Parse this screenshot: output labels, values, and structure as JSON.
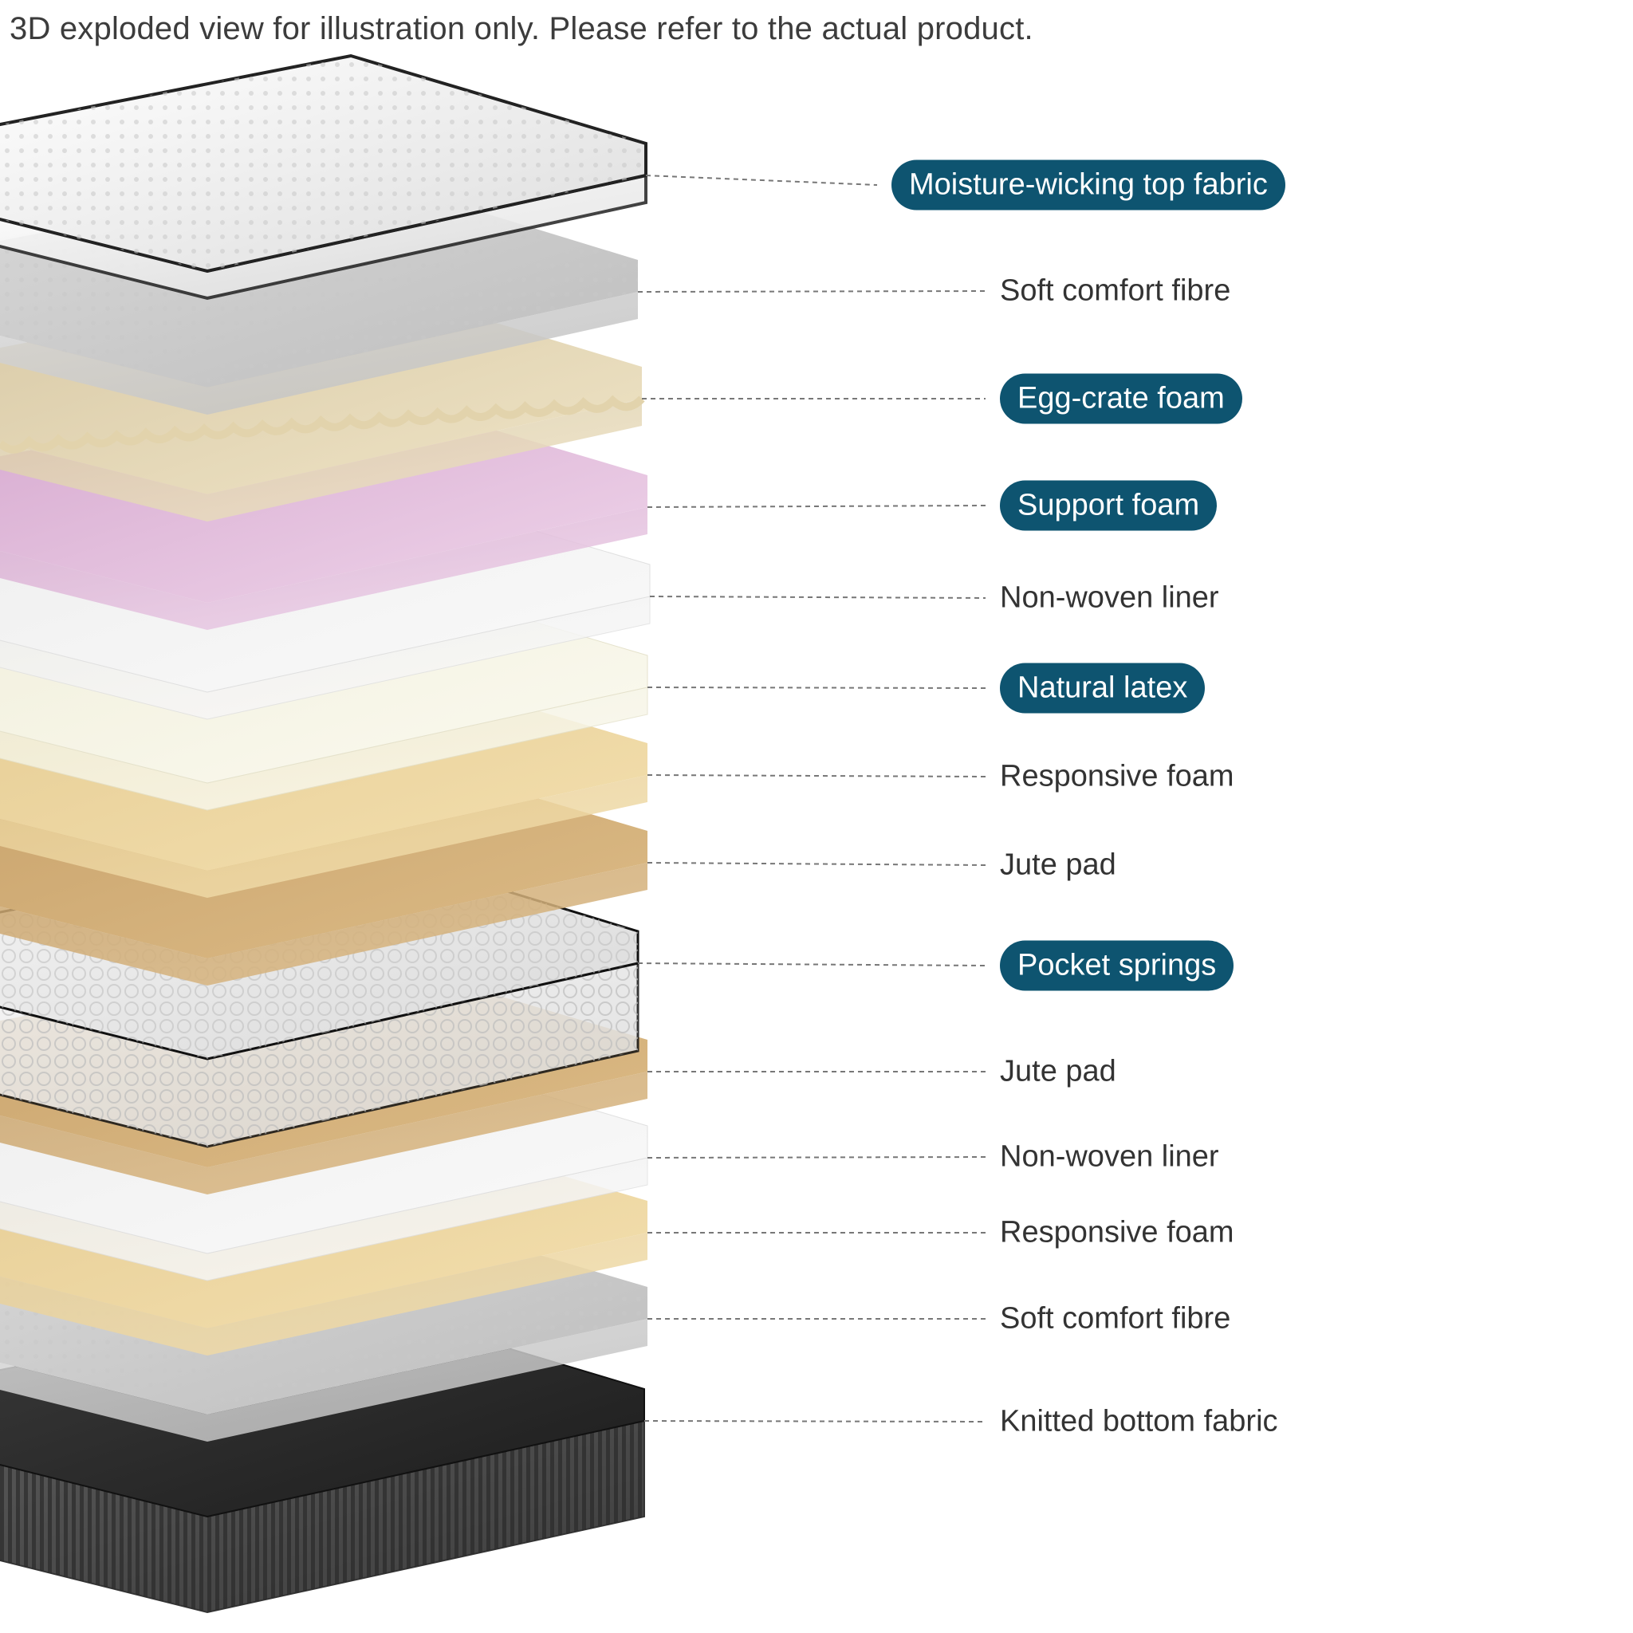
{
  "disclaimer": "3D exploded view for illustration only. Please refer to the actual product.",
  "colors": {
    "pill_background": "#0e5470",
    "pill_text": "#ffffff",
    "label_text": "#333333",
    "leader_line": "#777777"
  },
  "layers": [
    {
      "label": "Moisture-wicking top fabric",
      "highlighted": true,
      "material": "quilted-white"
    },
    {
      "label": "Soft comfort fibre",
      "highlighted": false,
      "material": "fibre-grey"
    },
    {
      "label": "Egg-crate foam",
      "highlighted": true,
      "material": "egg-crate-cream"
    },
    {
      "label": "Support foam",
      "highlighted": true,
      "material": "foam-pink"
    },
    {
      "label": "Non-woven liner",
      "highlighted": false,
      "material": "liner-white"
    },
    {
      "label": "Natural latex",
      "highlighted": true,
      "material": "latex-ivory"
    },
    {
      "label": "Responsive foam",
      "highlighted": false,
      "material": "foam-tan"
    },
    {
      "label": "Jute pad",
      "highlighted": false,
      "material": "jute-brown"
    },
    {
      "label": "Pocket springs",
      "highlighted": true,
      "material": "springs-white"
    },
    {
      "label": "Jute pad",
      "highlighted": false,
      "material": "jute-brown"
    },
    {
      "label": "Non-woven liner",
      "highlighted": false,
      "material": "liner-white"
    },
    {
      "label": "Responsive foam",
      "highlighted": false,
      "material": "foam-tan"
    },
    {
      "label": "Soft comfort fibre",
      "highlighted": false,
      "material": "fibre-grey"
    },
    {
      "label": "Knitted bottom fabric",
      "highlighted": false,
      "material": "knit-black"
    }
  ]
}
